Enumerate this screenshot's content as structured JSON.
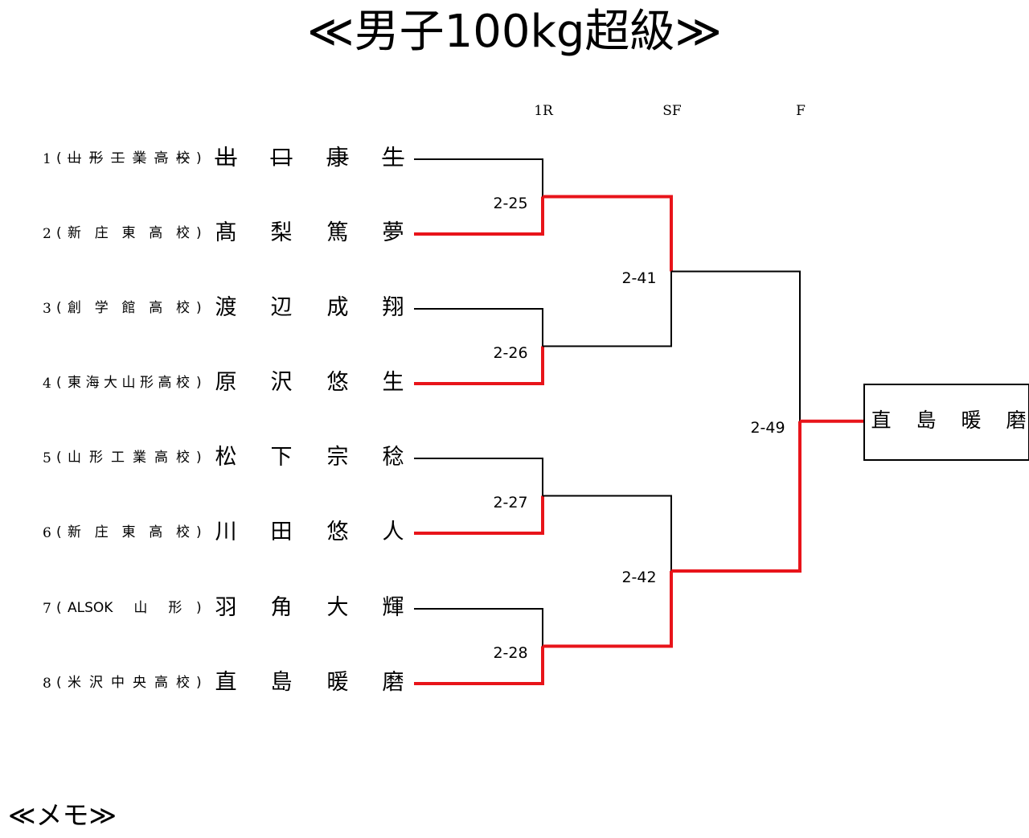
{
  "title": "≪男子100kg超級≫",
  "rounds": [
    "1R",
    "SF",
    "F"
  ],
  "entries": [
    {
      "seed": "1",
      "school": [
        "山",
        "形",
        "工",
        "業",
        "高",
        "校"
      ],
      "name": [
        "出",
        "口",
        "康",
        "生"
      ],
      "struck": true
    },
    {
      "seed": "2",
      "school": [
        "新",
        "庄",
        "東",
        "高",
        "校"
      ],
      "name": [
        "髙",
        "梨",
        "篤",
        "夢"
      ],
      "struck": false
    },
    {
      "seed": "3",
      "school": [
        "創",
        "学",
        "館",
        "高",
        "校"
      ],
      "name": [
        "渡",
        "辺",
        "成",
        "翔"
      ],
      "struck": false
    },
    {
      "seed": "4",
      "school": [
        "東",
        "海",
        "大",
        "山",
        "形",
        "高",
        "校"
      ],
      "name": [
        "原",
        "沢",
        "悠",
        "生"
      ],
      "struck": false
    },
    {
      "seed": "5",
      "school": [
        "山",
        "形",
        "工",
        "業",
        "高",
        "校"
      ],
      "name": [
        "松",
        "下",
        "宗",
        "稔"
      ],
      "struck": false
    },
    {
      "seed": "6",
      "school": [
        "新",
        "庄",
        "東",
        "高",
        "校"
      ],
      "name": [
        "川",
        "田",
        "悠",
        "人"
      ],
      "struck": false
    },
    {
      "seed": "7",
      "school": [
        "ALSOK",
        "山",
        "形"
      ],
      "name": [
        "羽",
        "角",
        "大",
        "輝"
      ],
      "struck": false
    },
    {
      "seed": "8",
      "school": [
        "米",
        "沢",
        "中",
        "央",
        "高",
        "校"
      ],
      "name": [
        "直",
        "島",
        "暖",
        "磨"
      ],
      "struck": false
    }
  ],
  "paren_open": "(",
  "paren_close": ")",
  "matches": {
    "r1": [
      "2-25",
      "2-26",
      "2-27",
      "2-28"
    ],
    "sf": [
      "2-41",
      "2-42"
    ],
    "final": "2-49"
  },
  "results": {
    "r1_winners": [
      2,
      4,
      6,
      8
    ],
    "sf_winners": [
      2,
      8
    ],
    "final_winner": 8
  },
  "winner": [
    "直",
    "島",
    "暖",
    "磨"
  ],
  "memo": "≪メモ≫",
  "colors": {
    "winner_line": "#e8141a",
    "line": "#000000"
  }
}
